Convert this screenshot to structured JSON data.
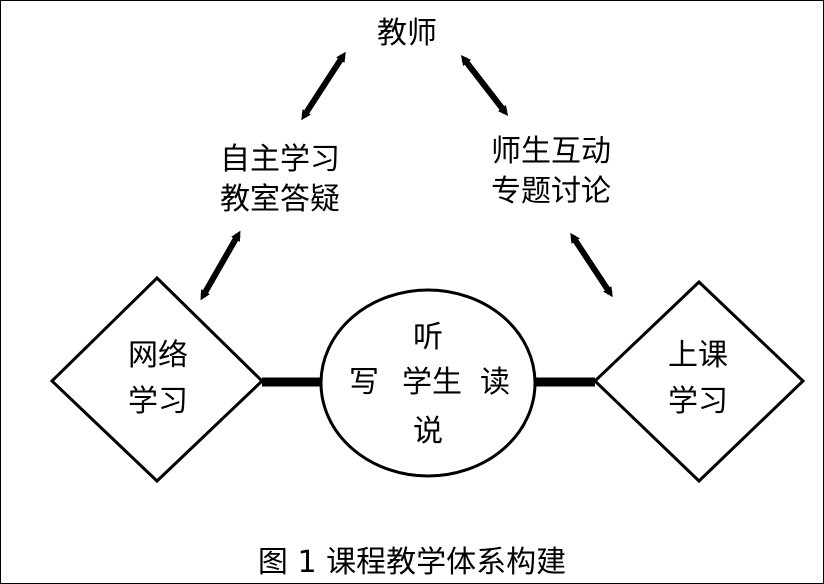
{
  "diagram": {
    "top": "教师",
    "left_mid_1": "自主学习",
    "left_mid_2": "教室答疑",
    "right_mid_1": "师生互动",
    "right_mid_2": "专题讨论",
    "left_diamond_1": "网络",
    "left_diamond_2": "学习",
    "right_diamond_1": "上课",
    "right_diamond_2": "学习",
    "center_top": "听",
    "center_left": "写",
    "center_mid": "学生",
    "center_right": "读",
    "center_bottom": "说"
  },
  "caption": "图 1 课程教学体系构建"
}
